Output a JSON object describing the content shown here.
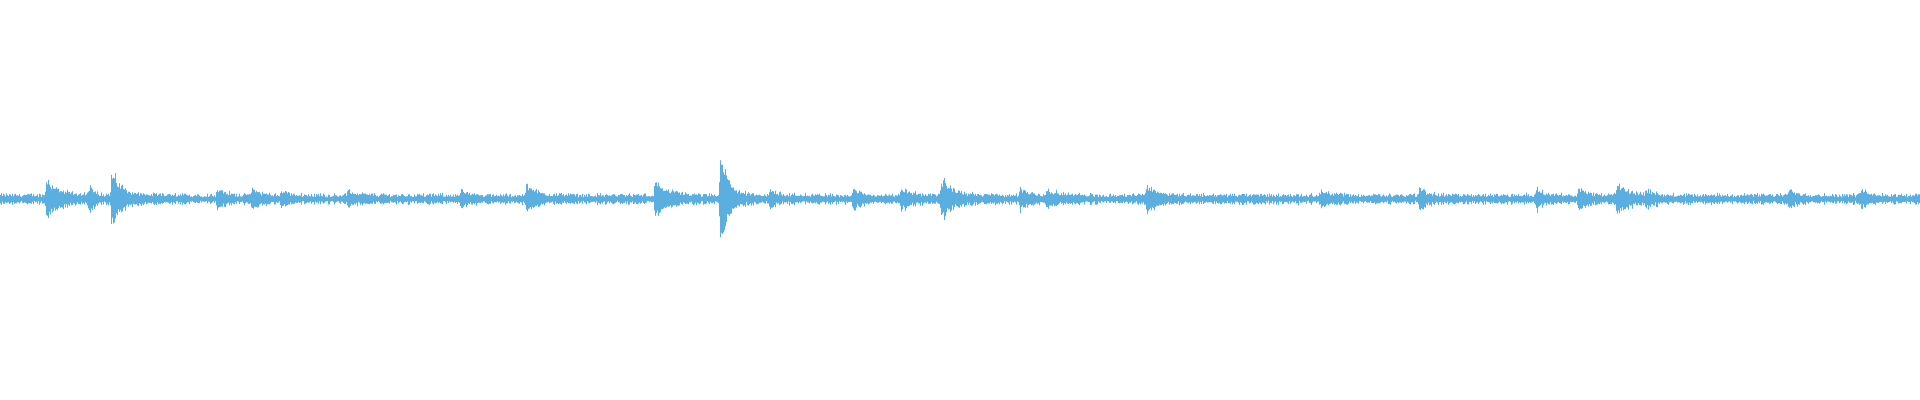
{
  "waveform": {
    "color": "#5aaee0",
    "background": "#ffffff",
    "baseline_amplitude": 0.012,
    "noise_amplitude": 0.02,
    "transients": [
      {
        "t": 0.024,
        "amp": 0.11,
        "decay": 0.006
      },
      {
        "t": 0.046,
        "amp": 0.06,
        "decay": 0.003
      },
      {
        "t": 0.058,
        "amp": 0.16,
        "decay": 0.005
      },
      {
        "t": 0.113,
        "amp": 0.05,
        "decay": 0.004
      },
      {
        "t": 0.131,
        "amp": 0.05,
        "decay": 0.004
      },
      {
        "t": 0.146,
        "amp": 0.03,
        "decay": 0.004
      },
      {
        "t": 0.181,
        "amp": 0.03,
        "decay": 0.004
      },
      {
        "t": 0.24,
        "amp": 0.03,
        "decay": 0.004
      },
      {
        "t": 0.274,
        "amp": 0.07,
        "decay": 0.005
      },
      {
        "t": 0.341,
        "amp": 0.09,
        "decay": 0.006
      },
      {
        "t": 0.375,
        "amp": 0.28,
        "decay": 0.004
      },
      {
        "t": 0.401,
        "amp": 0.04,
        "decay": 0.004
      },
      {
        "t": 0.444,
        "amp": 0.05,
        "decay": 0.004
      },
      {
        "t": 0.469,
        "amp": 0.05,
        "decay": 0.005
      },
      {
        "t": 0.49,
        "amp": 0.11,
        "decay": 0.006
      },
      {
        "t": 0.531,
        "amp": 0.05,
        "decay": 0.005
      },
      {
        "t": 0.545,
        "amp": 0.04,
        "decay": 0.005
      },
      {
        "t": 0.597,
        "amp": 0.07,
        "decay": 0.006
      },
      {
        "t": 0.688,
        "amp": 0.04,
        "decay": 0.004
      },
      {
        "t": 0.739,
        "amp": 0.05,
        "decay": 0.004
      },
      {
        "t": 0.8,
        "amp": 0.05,
        "decay": 0.004
      },
      {
        "t": 0.822,
        "amp": 0.05,
        "decay": 0.004
      },
      {
        "t": 0.842,
        "amp": 0.08,
        "decay": 0.006
      },
      {
        "t": 0.857,
        "amp": 0.04,
        "decay": 0.004
      },
      {
        "t": 0.931,
        "amp": 0.04,
        "decay": 0.004
      },
      {
        "t": 0.969,
        "amp": 0.04,
        "decay": 0.004
      }
    ]
  }
}
